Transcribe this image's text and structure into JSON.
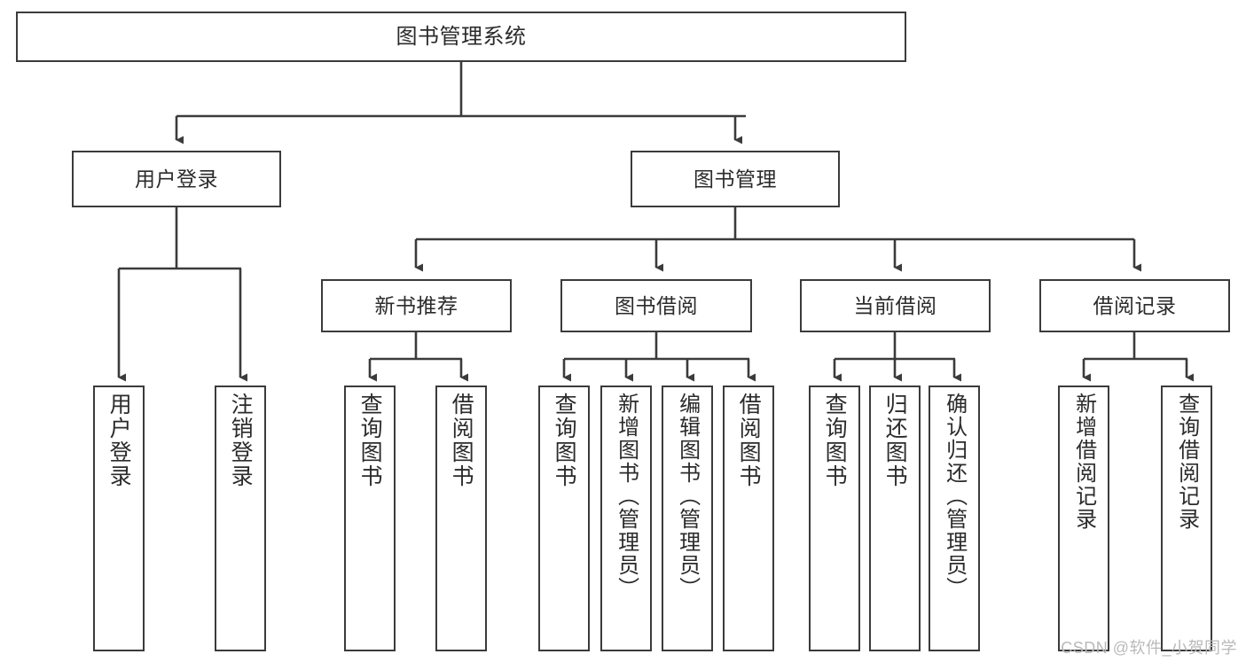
{
  "diagram": {
    "title": "图书管理系统",
    "type": "功能结构图",
    "watermark": "CSDN @软件_小贺同学",
    "style": {
      "box_border_color": "#3b3b3b",
      "box_fill_color": "#ffffff",
      "edge_color": "#3b3b3b",
      "text_color": "#2b2b2b",
      "background_color": "#ffffff",
      "watermark_color": "#b9b9b9"
    },
    "nodes": {
      "root": {
        "label": "图书管理系统",
        "orientation": "horizontal",
        "level": 1
      },
      "l2": [
        {
          "label": "用户登录",
          "orientation": "horizontal",
          "level": 2
        },
        {
          "label": "图书管理",
          "orientation": "horizontal",
          "level": 2
        }
      ],
      "l3": [
        {
          "label": "新书推荐",
          "orientation": "horizontal",
          "level": 3,
          "parent": "图书管理"
        },
        {
          "label": "图书借阅",
          "orientation": "horizontal",
          "level": 3,
          "parent": "图书管理"
        },
        {
          "label": "当前借阅",
          "orientation": "horizontal",
          "level": 3,
          "parent": "图书管理"
        },
        {
          "label": "借阅记录",
          "orientation": "horizontal",
          "level": 3,
          "parent": "图书管理"
        }
      ],
      "leaves": [
        {
          "label": "用户登录",
          "orientation": "vertical",
          "parent": "用户登录"
        },
        {
          "label": "注销登录",
          "orientation": "vertical",
          "parent": "用户登录"
        },
        {
          "label": "查询图书",
          "orientation": "vertical",
          "parent": "新书推荐"
        },
        {
          "label": "借阅图书",
          "orientation": "vertical",
          "parent": "新书推荐"
        },
        {
          "label": "查询图书",
          "orientation": "vertical",
          "parent": "图书借阅"
        },
        {
          "label": "新增图书（管理员）",
          "orientation": "vertical",
          "parent": "图书借阅"
        },
        {
          "label": "编辑图书（管理员）",
          "orientation": "vertical",
          "parent": "图书借阅"
        },
        {
          "label": "借阅图书",
          "orientation": "vertical",
          "parent": "图书借阅"
        },
        {
          "label": "查询图书",
          "orientation": "vertical",
          "parent": "当前借阅"
        },
        {
          "label": "归还图书",
          "orientation": "vertical",
          "parent": "当前借阅"
        },
        {
          "label": "确认归还（管理员）",
          "orientation": "vertical",
          "parent": "当前借阅"
        },
        {
          "label": "新增借阅记录",
          "orientation": "vertical",
          "parent": "借阅记录"
        },
        {
          "label": "查询借阅记录",
          "orientation": "vertical",
          "parent": "借阅记录"
        }
      ]
    }
  }
}
